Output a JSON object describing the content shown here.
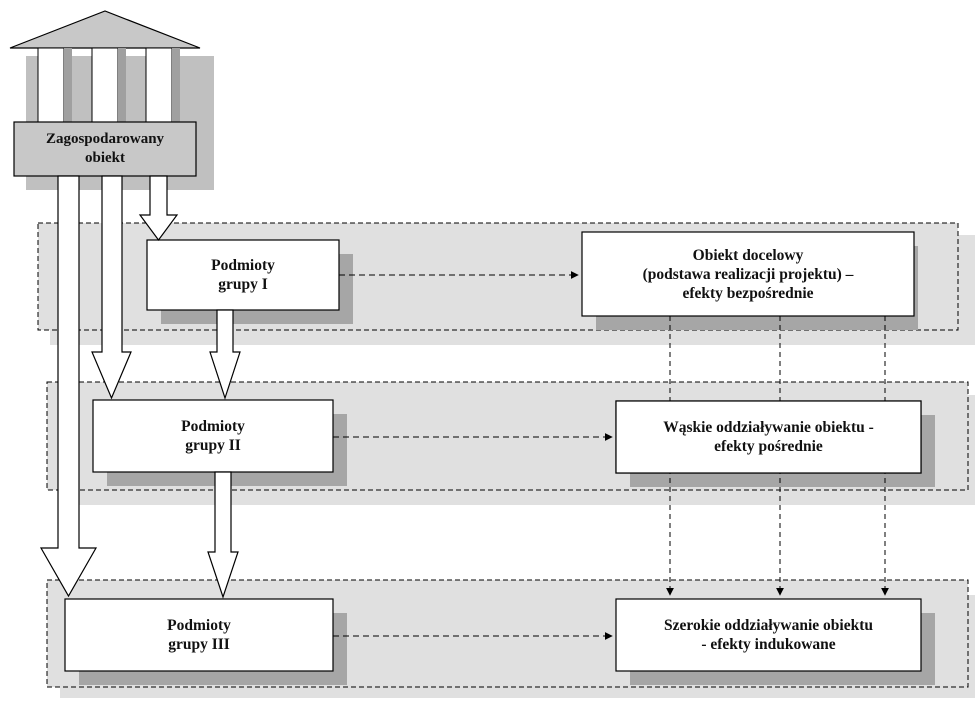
{
  "building": {
    "label": "Zagospodarowany\nobiekt",
    "icon": "building-icon"
  },
  "groups": [
    {
      "id": "I",
      "label": "Podmioty\ngrupy I"
    },
    {
      "id": "II",
      "label": "Podmioty\ngrupy II"
    },
    {
      "id": "III",
      "label": "Podmioty\ngrupy III"
    }
  ],
  "effects": [
    {
      "id": "direct",
      "label": "Obiekt docelowy\n(podstawa realizacji projektu) –\nefekty bezpośrednie"
    },
    {
      "id": "indirect",
      "label": "Wąskie oddziaływanie obiektu -\nefekty pośrednie"
    },
    {
      "id": "induced",
      "label": "Szerokie oddziaływanie obiektu\n- efekty indukowane"
    }
  ],
  "colors": {
    "band_fill": "#e0e0e0",
    "shadow": "#a6a6a6",
    "box_fill": "#ffffff",
    "building_fill": "#c8c8c8",
    "stroke": "#000000"
  }
}
